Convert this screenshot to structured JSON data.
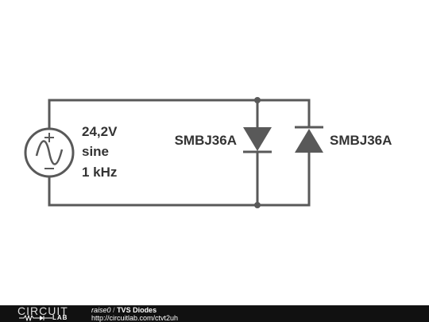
{
  "source": {
    "amplitude": "24,2V",
    "waveform": "sine",
    "frequency": "1 kHz"
  },
  "diodes": [
    {
      "part": "SMBJ36A",
      "orientation": "down"
    },
    {
      "part": "SMBJ36A",
      "orientation": "up"
    }
  ],
  "footer": {
    "logo_top": "CIRCUIT",
    "logo_bottom": "LAB",
    "user": "raise0",
    "separator": "/",
    "title": "TVS Diodes",
    "url": "http://circuitlab.com/ctvt2uh"
  },
  "colors": {
    "wire": "#595959",
    "label": "#333333",
    "footer_bg": "#111111"
  }
}
